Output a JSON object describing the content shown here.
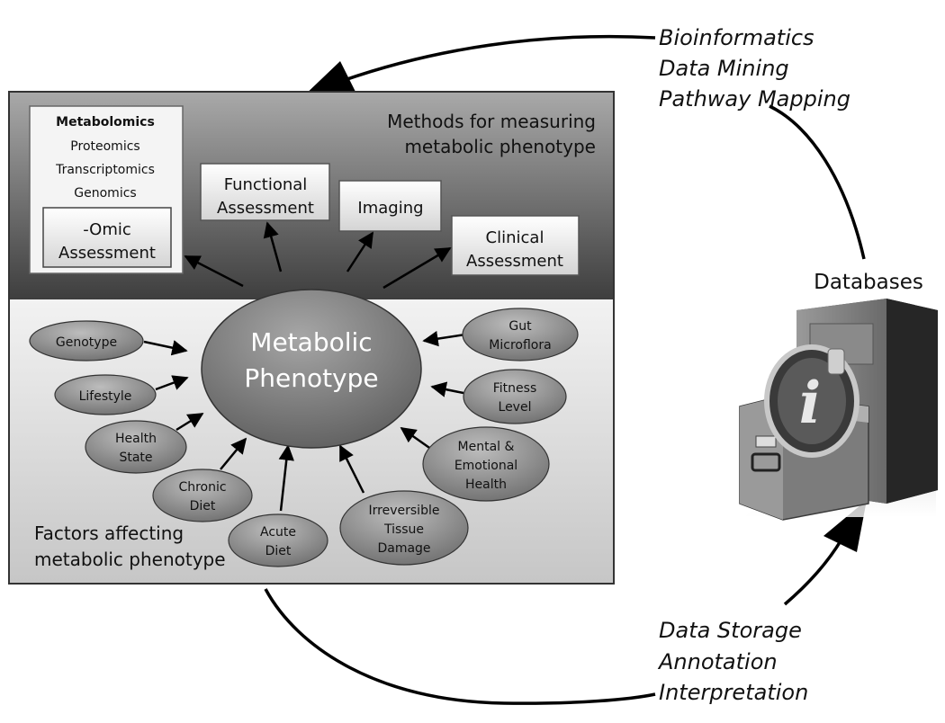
{
  "top_right_text": [
    "Bioinformatics",
    "Data Mining",
    "Pathway Mapping"
  ],
  "bottom_right_text": [
    "Data Storage",
    "Annotation",
    "Interpretation"
  ],
  "databases_label": "Databases",
  "methods_title": [
    "Methods for measuring",
    "metabolic phenotype"
  ],
  "factors_title": [
    "Factors affecting",
    "metabolic phenotype"
  ],
  "omics": {
    "list": [
      "Metabolomics",
      "Proteomics",
      "Transcriptomics",
      "Genomics"
    ],
    "assessment": [
      "-Omic",
      "Assessment"
    ]
  },
  "methods": {
    "functional": [
      "Functional",
      "Assessment"
    ],
    "imaging": [
      "Imaging"
    ],
    "clinical": [
      "Clinical",
      "Assessment"
    ]
  },
  "center": [
    "Metabolic",
    "Phenotype"
  ],
  "factors": {
    "genotype": [
      "Genotype"
    ],
    "lifestyle": [
      "Lifestyle"
    ],
    "health_state": [
      "Health",
      "State"
    ],
    "chronic_diet": [
      "Chronic",
      "Diet"
    ],
    "acute_diet": [
      "Acute",
      "Diet"
    ],
    "tissue_damage": [
      "Irreversible",
      "Tissue",
      "Damage"
    ],
    "mental_health": [
      "Mental &",
      "Emotional",
      "Health"
    ],
    "fitness": [
      "Fitness",
      "Level"
    ],
    "gut": [
      "Gut",
      "Microflora"
    ]
  },
  "file_icon_letter": "i"
}
